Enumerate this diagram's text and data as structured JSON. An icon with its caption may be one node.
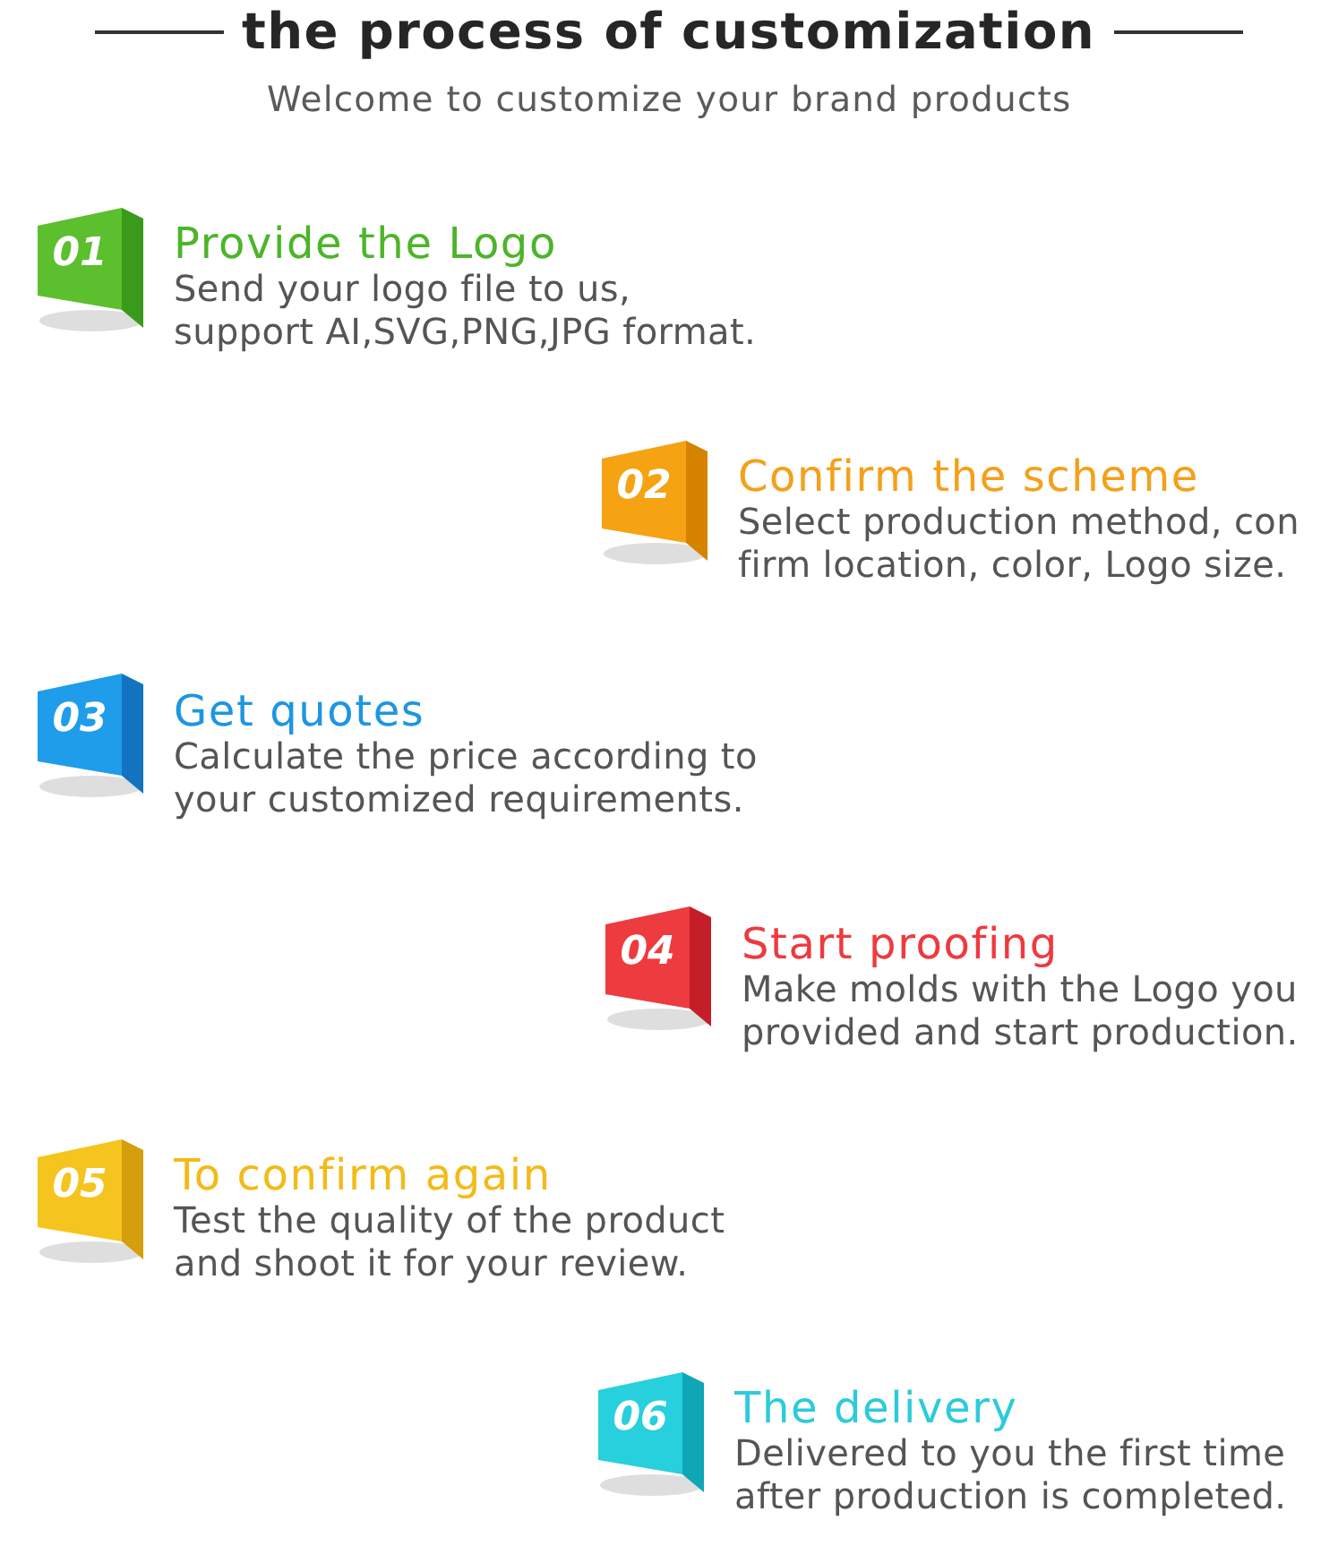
{
  "diagram": {
    "title": "the process of customization",
    "nodes": [
      {
        "text": [
          "01"
        ],
        "beside": [
          "Provide the Logo",
          "Send your logo file to us, support AI,SVG,PNG,JPG format."
        ]
      },
      {
        "text": [
          "02"
        ],
        "beside": [
          "Confirm the scheme",
          "Select production method, con firm location, color, Logo size."
        ]
      },
      {
        "text": [
          "03"
        ],
        "beside": [
          "Get quotes",
          "Calculate the price according to your customized requirements."
        ]
      },
      {
        "text": [
          "04"
        ],
        "beside": [
          "Start proofing",
          "Make molds with the Logo you provided and start production."
        ]
      },
      {
        "text": [
          "05"
        ],
        "beside": [
          "To confirm again",
          "Test the quality of the product and shoot it for your review."
        ]
      },
      {
        "text": [
          "06"
        ],
        "beside": [
          "The delivery",
          "Delivered to you the first time after production is completed."
        ]
      }
    ],
    "labels": [
      "Welcome to customize your brand products"
    ]
  }
}
